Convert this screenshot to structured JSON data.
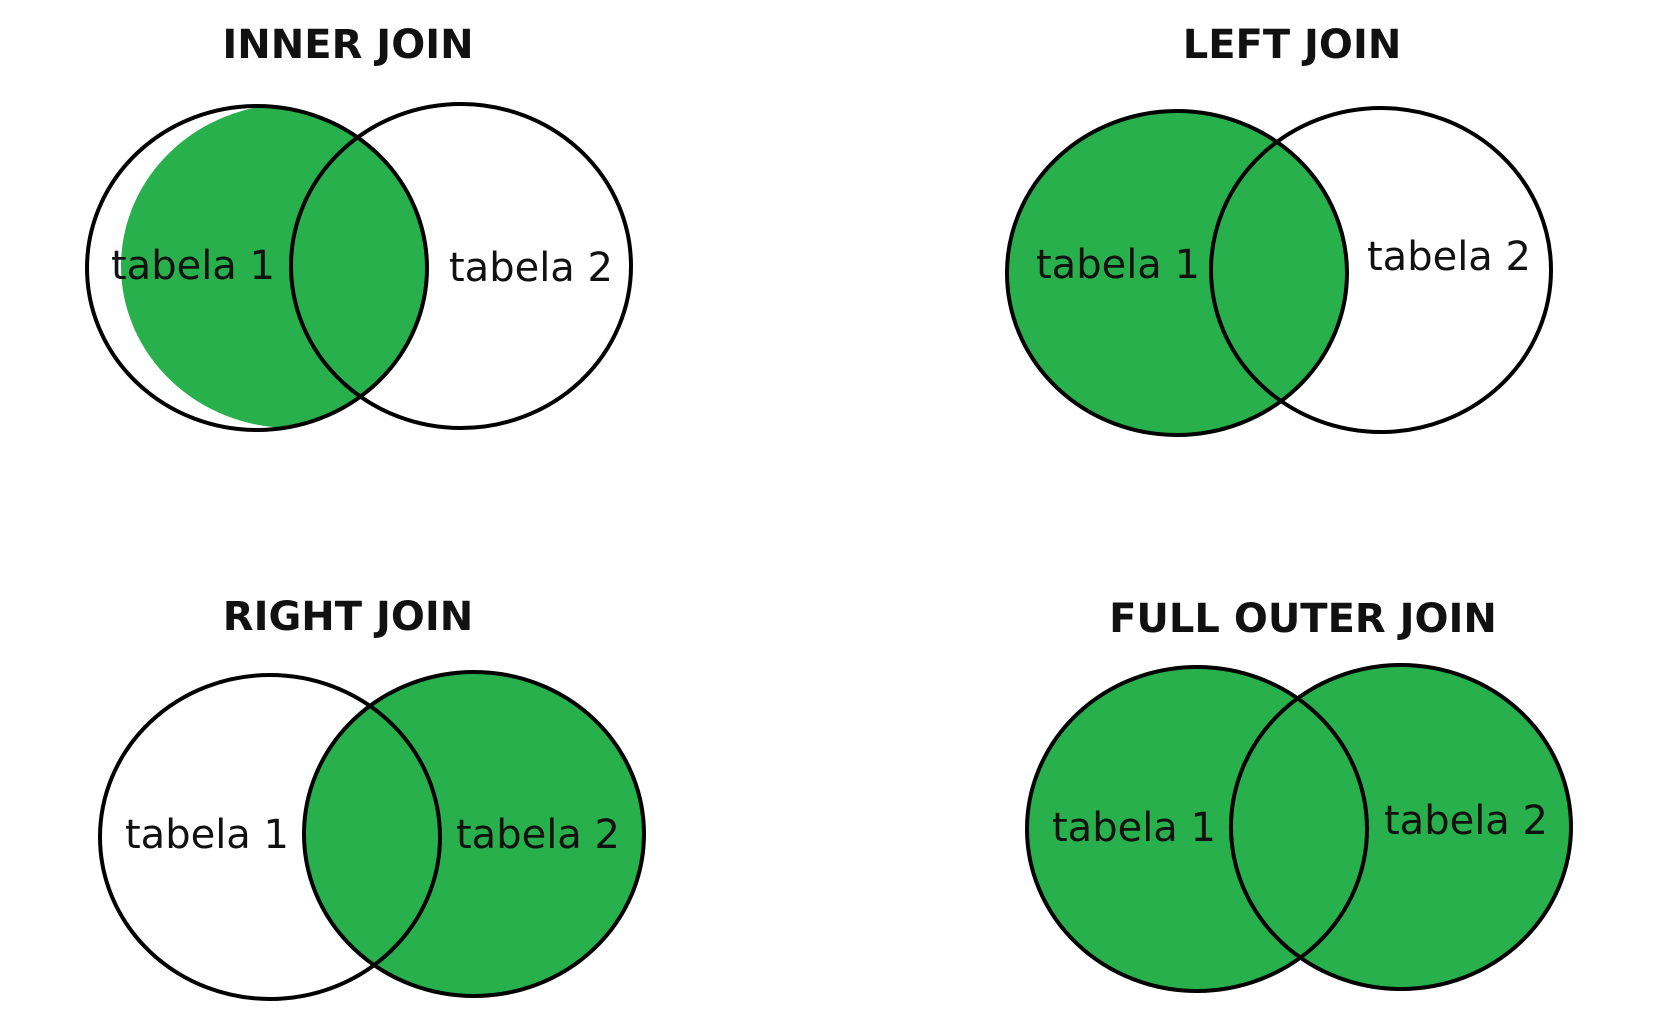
{
  "colors": {
    "fill": "#27b04b",
    "stroke": "#000000",
    "background": "#ffffff"
  },
  "diagrams": [
    {
      "id": "inner",
      "title": "INNER JOIN",
      "left_label": "tabela 1",
      "right_label": "tabela 2",
      "highlight": [
        "intersection"
      ]
    },
    {
      "id": "left",
      "title": "LEFT JOIN",
      "left_label": "tabela 1",
      "right_label": "tabela 2",
      "highlight": [
        "left",
        "intersection"
      ]
    },
    {
      "id": "right",
      "title": "RIGHT JOIN",
      "left_label": "tabela 1",
      "right_label": "tabela 2",
      "highlight": [
        "right",
        "intersection"
      ]
    },
    {
      "id": "full-outer",
      "title": "FULL OUTER JOIN",
      "left_label": "tabela 1",
      "right_label": "tabela 2",
      "highlight": [
        "left",
        "right",
        "intersection"
      ]
    }
  ]
}
